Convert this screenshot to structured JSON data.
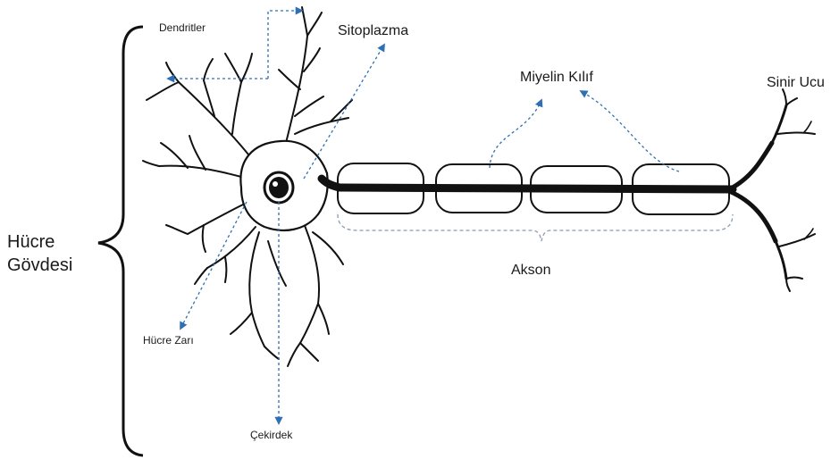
{
  "labels": {
    "dendrites": "Dendritler",
    "cytoplasm": "Sitoplazma",
    "myelin": "Miyelin Kılıf",
    "nerve_ending": "Sinir Ucu",
    "cell_body_line1": "Hücre",
    "cell_body_line2": "Gövdesi",
    "axon": "Akson",
    "cell_membrane": "Hücre Zarı",
    "nucleus": "Çekirdek"
  },
  "colors": {
    "stroke": "#111111",
    "pointer": "#2f6fb3",
    "guide": "#8a9bb0",
    "text": "#1a1a1a"
  }
}
